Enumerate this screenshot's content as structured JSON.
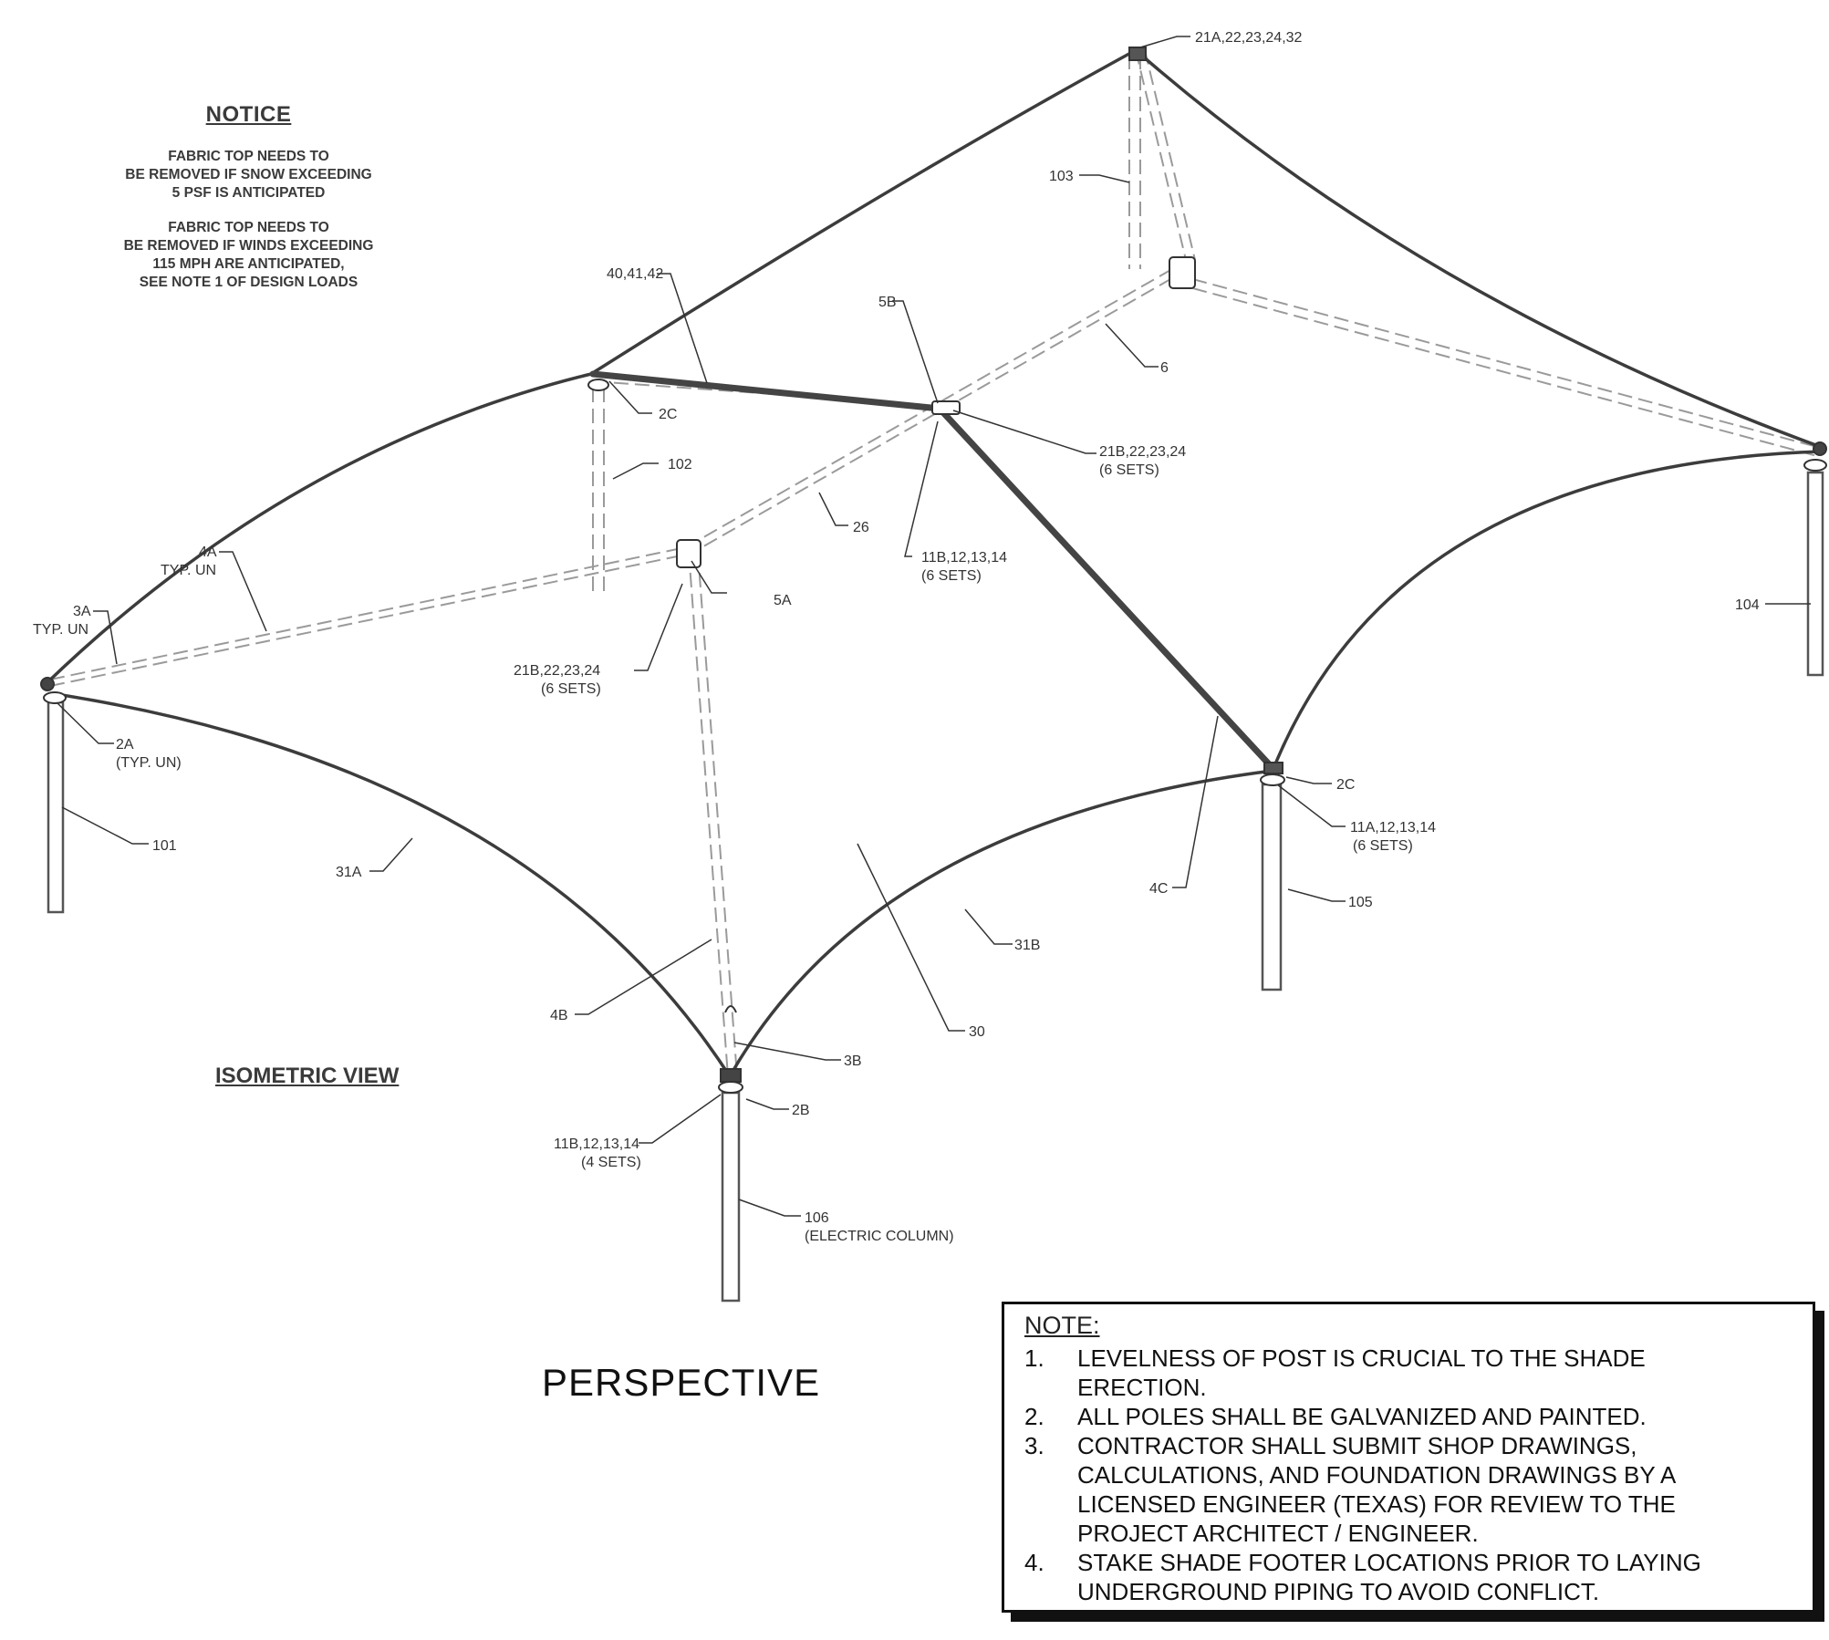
{
  "notice": {
    "title": "NOTICE",
    "paragraphs": [
      [
        "FABRIC TOP NEEDS TO",
        "BE REMOVED IF SNOW EXCEEDING",
        "5 PSF IS ANTICIPATED"
      ],
      [
        "FABRIC TOP NEEDS TO",
        "BE REMOVED IF WINDS EXCEEDING",
        "115 MPH ARE ANTICIPATED,",
        "SEE NOTE 1 OF DESIGN LOADS"
      ]
    ]
  },
  "view_title": "ISOMETRIC VIEW",
  "perspective_label": "PERSPECTIVE",
  "callouts": {
    "c21A_top": "21A,22,23,24,32",
    "c103": "103",
    "c40": "40,41,42",
    "c5B": "5B",
    "c6": "6",
    "c2C_left": "2C",
    "c102": "102",
    "c21B_mid": "21B,22,23,24",
    "c21B_mid_sets": "(6 SETS)",
    "c26": "26",
    "c11B_mid": "11B,12,13,14",
    "c11B_mid_sets": "(6 SETS)",
    "c4A": "4A",
    "c4A_typ": "TYP. UN",
    "c5A": "5A",
    "c3A": "3A",
    "c3A_typ": "TYP. UN",
    "c21B_left": "21B,22,23,24",
    "c21B_left_sets": "(6 SETS)",
    "c104": "104",
    "c2A": "2A",
    "c2A_typ": "(TYP. UN)",
    "c2C_right": "2C",
    "c11A": "11A,12,13,14",
    "c11A_sets": "(6 SETS)",
    "c101": "101",
    "c31A": "31A",
    "c4C": "4C",
    "c105": "105",
    "c31B": "31B",
    "c4B": "4B",
    "c30": "30",
    "c3B": "3B",
    "c2B": "2B",
    "c11B_bot": "11B,12,13,14",
    "c11B_bot_sets": "(4 SETS)",
    "c106": "106",
    "c106_sub": "(ELECTRIC COLUMN)"
  },
  "note": {
    "title": "NOTE:",
    "items": [
      {
        "num": "1.",
        "lines": [
          "LEVELNESS OF POST IS CRUCIAL TO THE SHADE",
          "ERECTION."
        ]
      },
      {
        "num": "2.",
        "lines": [
          "ALL POLES SHALL BE GALVANIZED AND PAINTED."
        ]
      },
      {
        "num": "3.",
        "lines": [
          "CONTRACTOR SHALL SUBMIT SHOP DRAWINGS,",
          "CALCULATIONS, AND FOUNDATION DRAWINGS BY A",
          "LICENSED ENGINEER (TEXAS) FOR REVIEW TO THE",
          "PROJECT ARCHITECT / ENGINEER."
        ]
      },
      {
        "num": "4.",
        "lines": [
          "STAKE SHADE FOOTER LOCATIONS PRIOR TO LAYING",
          "UNDERGROUND PIPING TO AVOID CONFLICT."
        ]
      }
    ]
  }
}
